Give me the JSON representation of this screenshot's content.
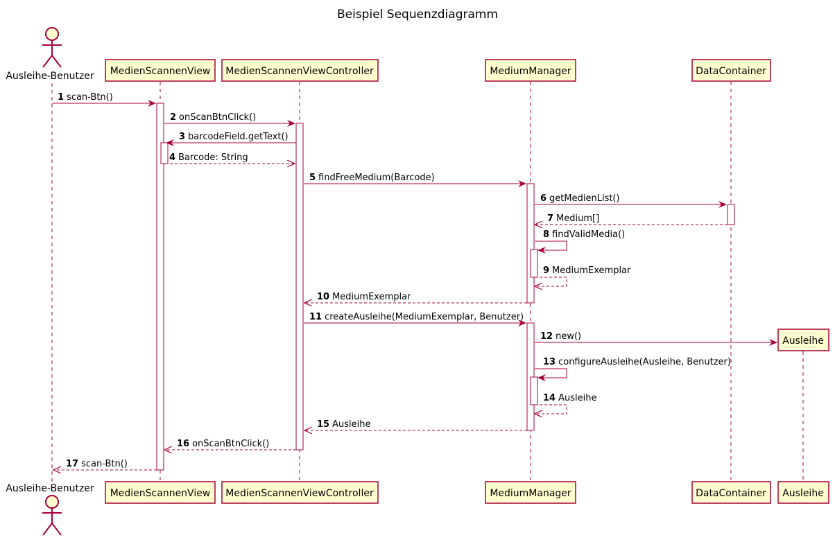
{
  "title": "Beispiel Sequenzdiagramm",
  "colors": {
    "line": "#A80036",
    "box_fill": "#FEFECE",
    "activation_fill": "#FFFFFF",
    "text": "#000000"
  },
  "participants": [
    {
      "id": "user",
      "label": "Ausleihe-Benutzer",
      "kind": "actor"
    },
    {
      "id": "view",
      "label": "MedienScannenView",
      "kind": "box"
    },
    {
      "id": "ctrl",
      "label": "MedienScannenViewController",
      "kind": "box"
    },
    {
      "id": "mgr",
      "label": "MediumManager",
      "kind": "box"
    },
    {
      "id": "dc",
      "label": "DataContainer",
      "kind": "box"
    },
    {
      "id": "aus",
      "label": "Ausleihe",
      "kind": "box",
      "created": true
    }
  ],
  "messages": [
    {
      "n": "1",
      "text": "scan-Btn()",
      "from": "user",
      "to": "view",
      "type": "call"
    },
    {
      "n": "2",
      "text": "onScanBtnClick()",
      "from": "view",
      "to": "ctrl",
      "type": "call"
    },
    {
      "n": "3",
      "text": "barcodeField.getText()",
      "from": "ctrl",
      "to": "view",
      "type": "call"
    },
    {
      "n": "4",
      "text": "Barcode: String",
      "from": "view",
      "to": "ctrl",
      "type": "return"
    },
    {
      "n": "5",
      "text": "findFreeMedium(Barcode)",
      "from": "ctrl",
      "to": "mgr",
      "type": "call"
    },
    {
      "n": "6",
      "text": "getMedienList()",
      "from": "mgr",
      "to": "dc",
      "type": "call"
    },
    {
      "n": "7",
      "text": "Medium[]",
      "from": "dc",
      "to": "mgr",
      "type": "return"
    },
    {
      "n": "8",
      "text": "findValidMedia()",
      "from": "mgr",
      "to": "mgr",
      "type": "self-call"
    },
    {
      "n": "9",
      "text": "MediumExemplar",
      "from": "mgr",
      "to": "mgr",
      "type": "self-return"
    },
    {
      "n": "10",
      "text": "MediumExemplar",
      "from": "mgr",
      "to": "ctrl",
      "type": "return"
    },
    {
      "n": "11",
      "text": "createAusleihe(MediumExemplar, Benutzer)",
      "from": "ctrl",
      "to": "mgr",
      "type": "call"
    },
    {
      "n": "12",
      "text": "new()",
      "from": "mgr",
      "to": "aus",
      "type": "create"
    },
    {
      "n": "13",
      "text": "configureAusleihe(Ausleihe, Benutzer)",
      "from": "mgr",
      "to": "mgr",
      "type": "self-call"
    },
    {
      "n": "14",
      "text": "Ausleihe",
      "from": "mgr",
      "to": "mgr",
      "type": "self-return"
    },
    {
      "n": "15",
      "text": "Ausleihe",
      "from": "mgr",
      "to": "ctrl",
      "type": "return"
    },
    {
      "n": "16",
      "text": "onScanBtnClick()",
      "from": "ctrl",
      "to": "view",
      "type": "return"
    },
    {
      "n": "17",
      "text": "scan-Btn()",
      "from": "view",
      "to": "user",
      "type": "return"
    }
  ]
}
